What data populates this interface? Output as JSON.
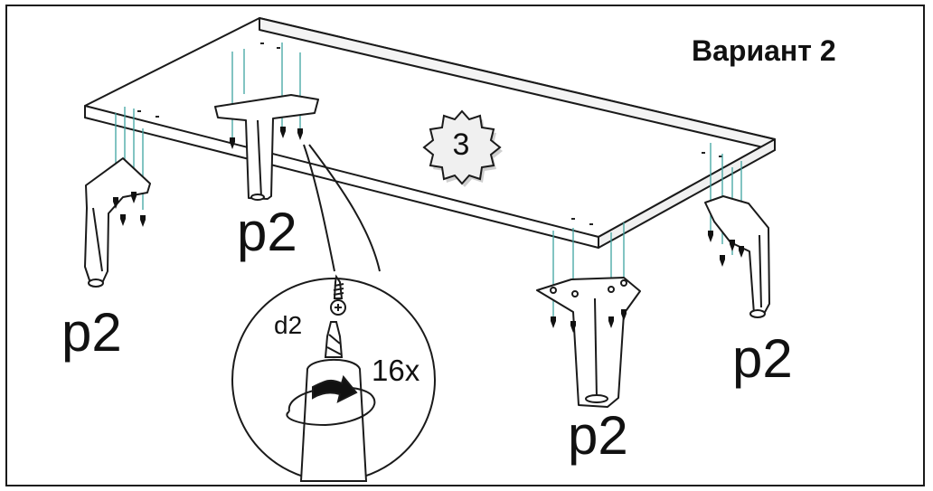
{
  "variant_title": "Вариант 2",
  "step_number": "3",
  "part_label": "p2",
  "labels": {
    "leg1": "p2",
    "leg2": "p2",
    "leg3": "p2",
    "leg4": "p2"
  },
  "detail": {
    "bit": "d2",
    "quantity": "16x"
  },
  "icons": [
    "screw-icon",
    "screwdriver-icon",
    "rotate-clockwise-icon",
    "step-badge"
  ]
}
